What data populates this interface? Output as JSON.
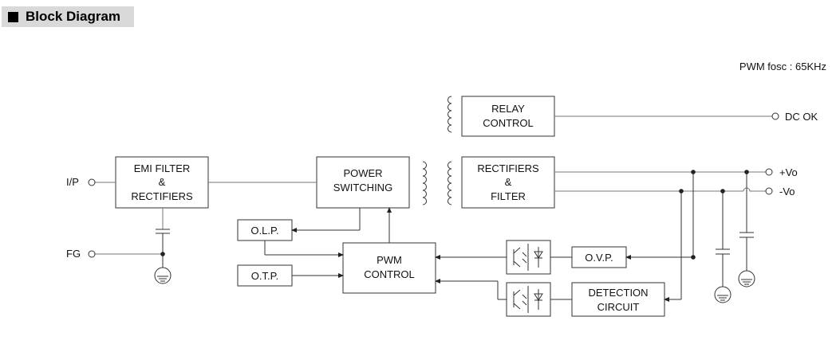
{
  "header": {
    "title": "Block Diagram"
  },
  "note": "PWM fosc : 65KHz",
  "blocks": {
    "emi_filter": [
      "EMI FILTER",
      "&",
      "RECTIFIERS"
    ],
    "power_switching": [
      "POWER",
      "SWITCHING"
    ],
    "relay_control": [
      "RELAY",
      "CONTROL"
    ],
    "rectifiers_filter": [
      "RECTIFIERS",
      "&",
      "FILTER"
    ],
    "olp": "O.L.P.",
    "otp": "O.T.P.",
    "pwm_control": [
      "PWM",
      "CONTROL"
    ],
    "ovp": "O.V.P.",
    "detection": [
      "DETECTION",
      "CIRCUIT"
    ]
  },
  "terminals": {
    "ip": "I/P",
    "fg": "FG",
    "dc_ok": "DC OK",
    "vo_plus": "+Vo",
    "vo_minus": "-Vo"
  }
}
